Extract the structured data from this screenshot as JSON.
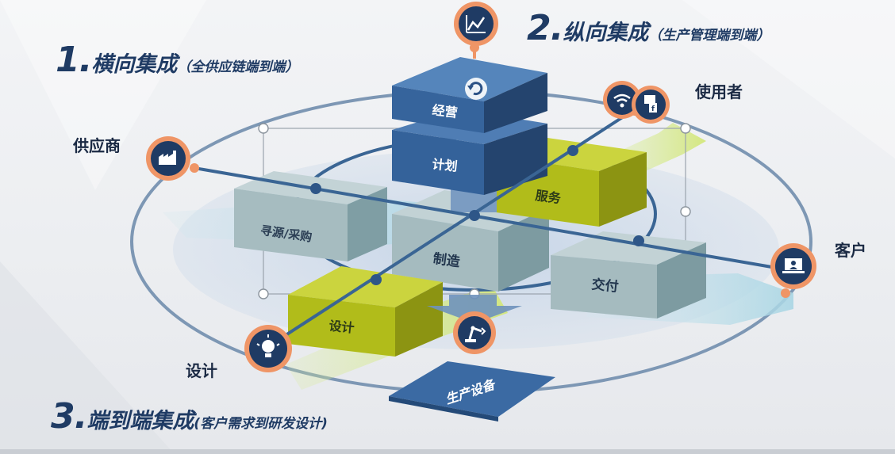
{
  "headings": {
    "h1": {
      "num": "1.",
      "main": "横向集成",
      "sub": "（全供应链端到端）"
    },
    "h2": {
      "num": "2.",
      "main": "纵向集成",
      "sub": "（生产管理端到端）"
    },
    "h3": {
      "num": "3.",
      "main": "端到端集成",
      "sub": "(客户需求到研发设计)"
    }
  },
  "side_labels": {
    "supplier": "供应商",
    "user": "使用者",
    "customer": "客户",
    "design": "设计"
  },
  "blocks": {
    "operation": "经营",
    "plan": "计划",
    "service": "服务",
    "sourcing": "寻源/采购",
    "manufacturing": "制造",
    "delivery": "交付",
    "design": "设计",
    "equipment": "生产设备"
  },
  "colors": {
    "navy": "#1f3b64",
    "blue_block": "#3b6aa3",
    "olive_block": "#b3bd1c",
    "grey_block": "#9fb6ba",
    "ring": "#6f8cab",
    "pin_ring": "#ef9566"
  },
  "icons": {
    "chart": "chart-icon",
    "factory": "factory-icon",
    "wifi": "wifi-icon",
    "social": "social-icon",
    "laptop": "laptop-user-icon",
    "idea": "lightbulb-icon",
    "robot": "robot-arm-icon",
    "refresh": "refresh-icon"
  }
}
